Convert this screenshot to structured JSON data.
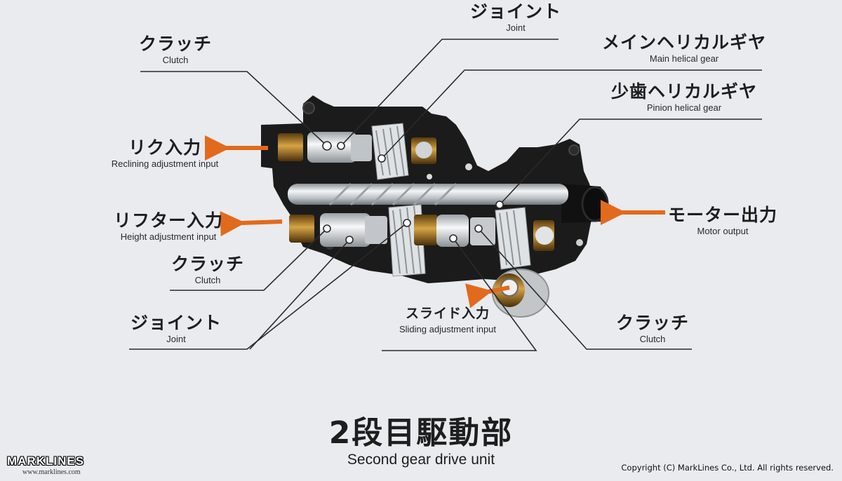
{
  "labels": {
    "clutch_top_left": {
      "jp": "クラッチ",
      "en": "Clutch"
    },
    "joint_top": {
      "jp": "ジョイント",
      "en": "Joint"
    },
    "main_helical_gear": {
      "jp": "メインヘリカルギヤ",
      "en": "Main helical gear"
    },
    "pinion_helical_gear": {
      "jp": "少歯ヘリカルギヤ",
      "en": "Pinion helical gear"
    },
    "reclining_input": {
      "jp": "リク入力",
      "en": "Reclining adjustment input"
    },
    "height_input": {
      "jp": "リフター入力",
      "en": "Height adjustment input"
    },
    "motor_output": {
      "jp": "モーター出力",
      "en": "Motor output"
    },
    "clutch_left": {
      "jp": "クラッチ",
      "en": "Clutch"
    },
    "joint_bottom": {
      "jp": "ジョイント",
      "en": "Joint"
    },
    "sliding_input": {
      "jp": "スライド入力",
      "en": "Sliding adjustment input"
    },
    "clutch_right": {
      "jp": "クラッチ",
      "en": "Clutch"
    }
  },
  "title": {
    "jp": "2段目駆動部",
    "en": "Second gear drive unit"
  },
  "logo": {
    "brand": "MARKLINES",
    "url": "www.marklines.com"
  },
  "copyright": "Copyright (C) MarkLines Co., Ltd. All rights reserved.",
  "colors": {
    "background": "#e9ebee",
    "arrow": "#e26a1c",
    "housing": "#1a1a1a",
    "bronze": "#a8741e",
    "steel": "#d9dde0"
  }
}
